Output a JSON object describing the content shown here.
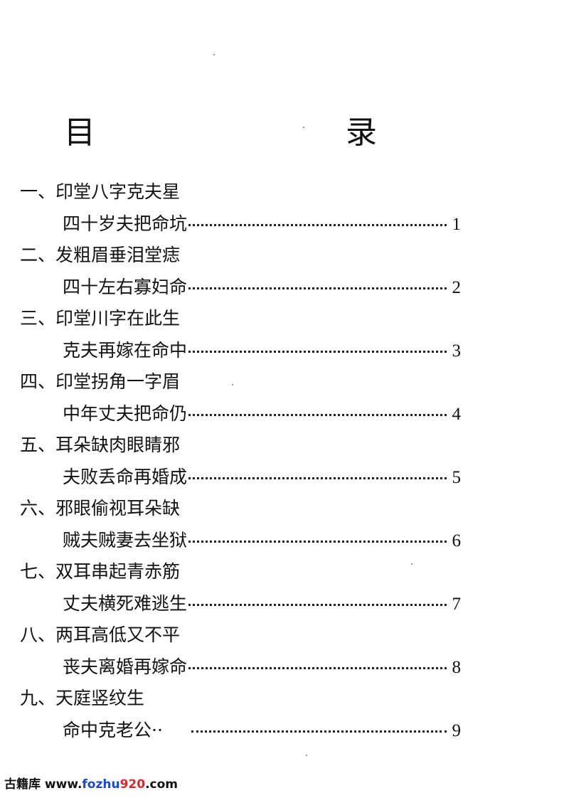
{
  "title": "目　　录",
  "entries": [
    {
      "head": "一、印堂八字克夫星",
      "sub": "四十岁夫把命坑",
      "page": "1"
    },
    {
      "head": "二、发粗眉垂泪堂痣",
      "sub": "四十左右寡妇命",
      "page": "2"
    },
    {
      "head": "三、印堂川字在此生",
      "sub": "克夫再嫁在命中",
      "page": "3"
    },
    {
      "head": "四、印堂拐角一字眉",
      "sub": "中年丈夫把命仍",
      "page": "4"
    },
    {
      "head": "五、耳朵缺肉眼睛邪",
      "sub": "夫败丢命再婚成",
      "page": "5"
    },
    {
      "head": "六、邪眼偷视耳朵缺",
      "sub": "贼夫贼妻去坐狱",
      "page": "6"
    },
    {
      "head": "七、双耳串起青赤筋",
      "sub": "丈夫横死难逃生",
      "page": "7"
    },
    {
      "head": "八、两耳高低又不平",
      "sub": "丧夫离婚再嫁命",
      "page": "8"
    },
    {
      "head": "九、天庭竖纹生",
      "sub": "命中克老公··",
      "page": "9"
    }
  ],
  "footer": {
    "brand": "古籍库",
    "url_prefix": " www.",
    "url_fozhu": "fozhu",
    "url_920": "920",
    "url_suffix": ".com"
  }
}
